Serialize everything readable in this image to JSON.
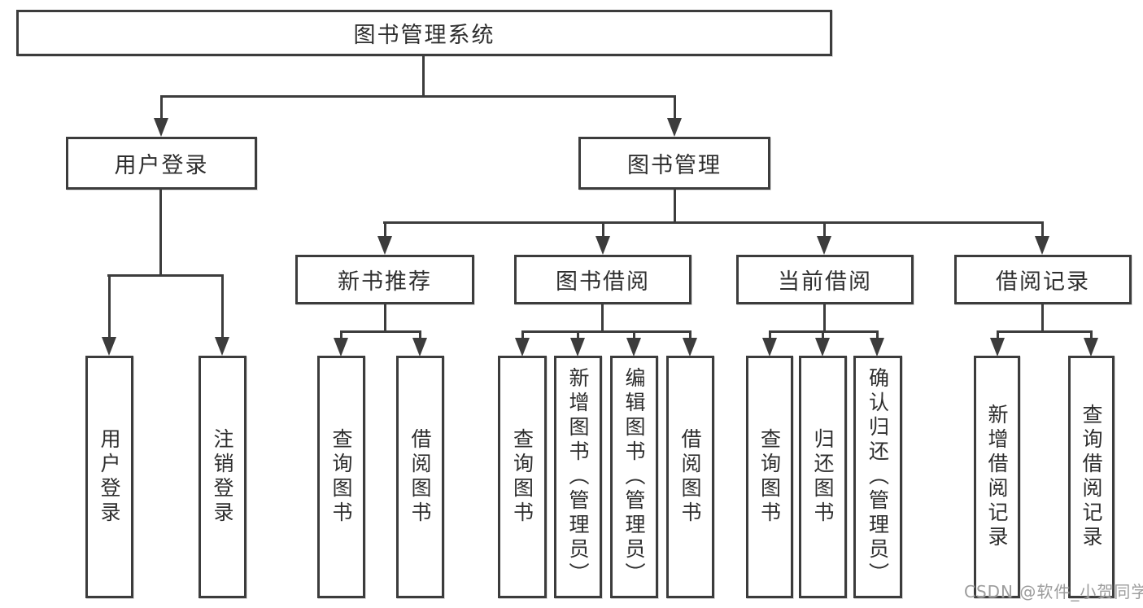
{
  "tree": {
    "label": "图书管理系统",
    "children": [
      {
        "label": "用户登录",
        "children": [
          {
            "label": "用户登录"
          },
          {
            "label": "注销登录"
          }
        ]
      },
      {
        "label": "图书管理",
        "children": [
          {
            "label": "新书推荐",
            "children": [
              {
                "label": "查询图书"
              },
              {
                "label": "借阅图书"
              }
            ]
          },
          {
            "label": "图书借阅",
            "children": [
              {
                "label": "查询图书"
              },
              {
                "label": "新增图书（管理员）"
              },
              {
                "label": "编辑图书（管理员）"
              },
              {
                "label": "借阅图书"
              }
            ]
          },
          {
            "label": "当前借阅",
            "children": [
              {
                "label": "查询图书"
              },
              {
                "label": "归还图书"
              },
              {
                "label": "确认归还（管理员）"
              }
            ]
          },
          {
            "label": "借阅记录",
            "children": [
              {
                "label": "新增借阅记录"
              },
              {
                "label": "查询借阅记录"
              }
            ]
          }
        ]
      }
    ]
  },
  "watermark": {
    "text": "CSDN @软件_小贺同学"
  },
  "colors": {
    "line": "#3c3c3c",
    "text": "#2e2e2e",
    "watermark": "#9c9c9c",
    "bg": "#ffffff"
  }
}
